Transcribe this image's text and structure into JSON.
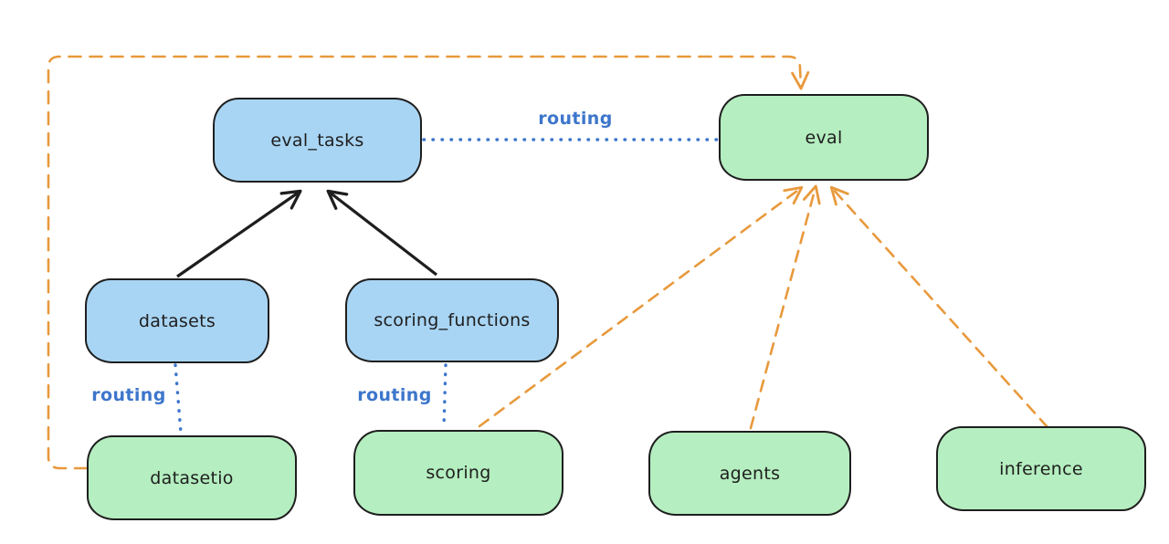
{
  "palette": {
    "background": "#ffffff",
    "node_stroke": "#1e1e1e",
    "blue_node_fill": "#a9d5f4",
    "green_node_fill": "#b5eec0",
    "routing_blue": "#3d76cb",
    "arrow_black": "#1e1e1e",
    "arrow_orange": "#e8993c"
  },
  "nodes": {
    "eval_tasks": {
      "label": "eval_tasks",
      "color": "blue"
    },
    "eval": {
      "label": "eval",
      "color": "green"
    },
    "datasets": {
      "label": "datasets",
      "color": "blue"
    },
    "scoring_functions": {
      "label": "scoring_functions",
      "color": "blue"
    },
    "datasetio": {
      "label": "datasetio",
      "color": "green"
    },
    "scoring": {
      "label": "scoring",
      "color": "green"
    },
    "agents": {
      "label": "agents",
      "color": "green"
    },
    "inference": {
      "label": "inference",
      "color": "green"
    }
  },
  "edge_labels": {
    "eval_tasks_to_eval": "routing",
    "datasets_to_datasetio": "routing",
    "scoring_functions_to_scoring": "routing"
  },
  "edges": [
    {
      "from": "datasets",
      "to": "eval_tasks",
      "style": "solid-black-arrow"
    },
    {
      "from": "scoring_functions",
      "to": "eval_tasks",
      "style": "solid-black-arrow"
    },
    {
      "from": "eval_tasks",
      "to": "eval",
      "style": "dotted-blue",
      "label": "routing"
    },
    {
      "from": "datasets",
      "to": "datasetio",
      "style": "dotted-blue",
      "label": "routing"
    },
    {
      "from": "scoring_functions",
      "to": "scoring",
      "style": "dotted-blue",
      "label": "routing"
    },
    {
      "from": "datasetio",
      "to": "eval",
      "style": "dashed-orange-arrow"
    },
    {
      "from": "scoring",
      "to": "eval",
      "style": "dashed-orange-arrow"
    },
    {
      "from": "agents",
      "to": "eval",
      "style": "dashed-orange-arrow"
    },
    {
      "from": "inference",
      "to": "eval",
      "style": "dashed-orange-arrow"
    }
  ]
}
